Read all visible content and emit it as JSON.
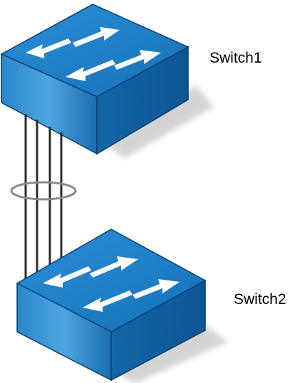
{
  "diagram": {
    "nodes": [
      {
        "id": "switch1",
        "type": "switch",
        "label": "Switch1"
      },
      {
        "id": "switch2",
        "type": "switch",
        "label": "Switch2"
      }
    ],
    "links": {
      "from": "switch1",
      "to": "switch2",
      "count": 4,
      "aggregated": true
    },
    "colors": {
      "switch_top": "#1f80c6",
      "switch_front": "#1a6cb0",
      "switch_side": "#0f5a9a",
      "switch_edge": "#0b3f72",
      "arrow": "#ffffff",
      "cable": "#2b2b2b",
      "aggregation_ring": "#8a8a8a",
      "shadow": "#c9c9c9"
    }
  }
}
